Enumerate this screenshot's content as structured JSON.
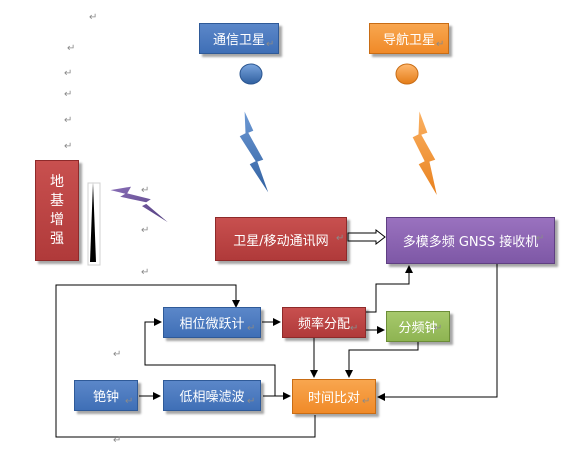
{
  "nodes": {
    "comm_sat": "通信卫星",
    "nav_sat": "导航卫星",
    "ground_aug": [
      "地",
      "基",
      "增",
      "强"
    ],
    "sat_mobile_net": "卫星/移动通讯网",
    "gnss_receiver": "多模多频 GNSS 接收机",
    "phase_micro": "相位微跃计",
    "freq_dist": "频率分配",
    "freq_div_clock": "分频钟",
    "cs_clock": "铯钟",
    "low_phase_noise": "低相噪滤波",
    "time_compare": "时间比对"
  },
  "paragraph_mark": "↵",
  "colors": {
    "blue": "#4a7bc0",
    "orange": "#f39235",
    "red": "#bb4443",
    "purple": "#8a64b2",
    "green": "#9bbf5d",
    "line": "#000000"
  }
}
